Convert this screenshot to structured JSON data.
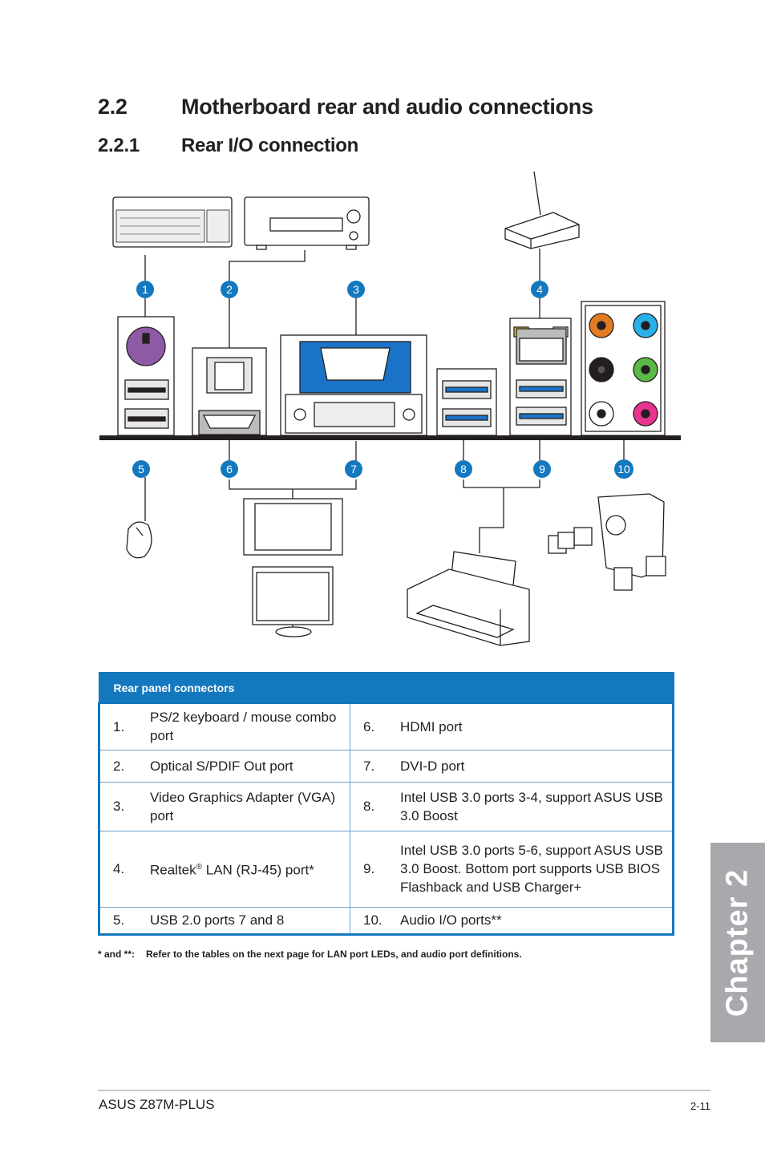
{
  "section": {
    "number": "2.2",
    "title": "Motherboard rear and audio connections"
  },
  "subsection": {
    "number": "2.2.1",
    "title": "Rear I/O connection"
  },
  "callouts": [
    "1",
    "2",
    "3",
    "4",
    "5",
    "6",
    "7",
    "8",
    "9",
    "10"
  ],
  "table": {
    "header": "Rear panel connectors",
    "rows": [
      {
        "ln": "1.",
        "lt": "PS/2 keyboard / mouse combo port",
        "rn": "6.",
        "rt": "HDMI port"
      },
      {
        "ln": "2.",
        "lt": "Optical S/PDIF Out port",
        "rn": "7.",
        "rt": "DVI-D port"
      },
      {
        "ln": "3.",
        "lt": "Video Graphics Adapter (VGA) port",
        "rn": "8.",
        "rt": "Intel USB 3.0 ports 3-4, support ASUS USB 3.0 Boost"
      },
      {
        "ln": "4.",
        "lt_pre": "Realtek",
        "lt_sup": "®",
        "lt_post": " LAN (RJ-45) port*",
        "rn": "9.",
        "rt": "Intel USB 3.0 ports 5-6, support ASUS USB 3.0 Boost. Bottom port supports USB BIOS Flashback and USB Charger+"
      },
      {
        "ln": "5.",
        "lt": "USB 2.0 ports 7 and 8",
        "rn": "10.",
        "rt": "Audio I/O ports**"
      }
    ]
  },
  "note": {
    "key": "* and **:",
    "text": "Refer to the tables on the next page for LAN port LEDs, and audio port definitions."
  },
  "side_tab": "Chapter 2",
  "footer": {
    "left": "ASUS Z87M-PLUS",
    "right": "2-11"
  },
  "colors": {
    "accent": "#1478bf",
    "ps2": "#8e5aa6",
    "audio_orange": "#e07b22",
    "audio_blue": "#2ab0e8",
    "audio_green": "#5bb946",
    "audio_pink": "#e8338f",
    "usb3": "#1a73c7"
  }
}
